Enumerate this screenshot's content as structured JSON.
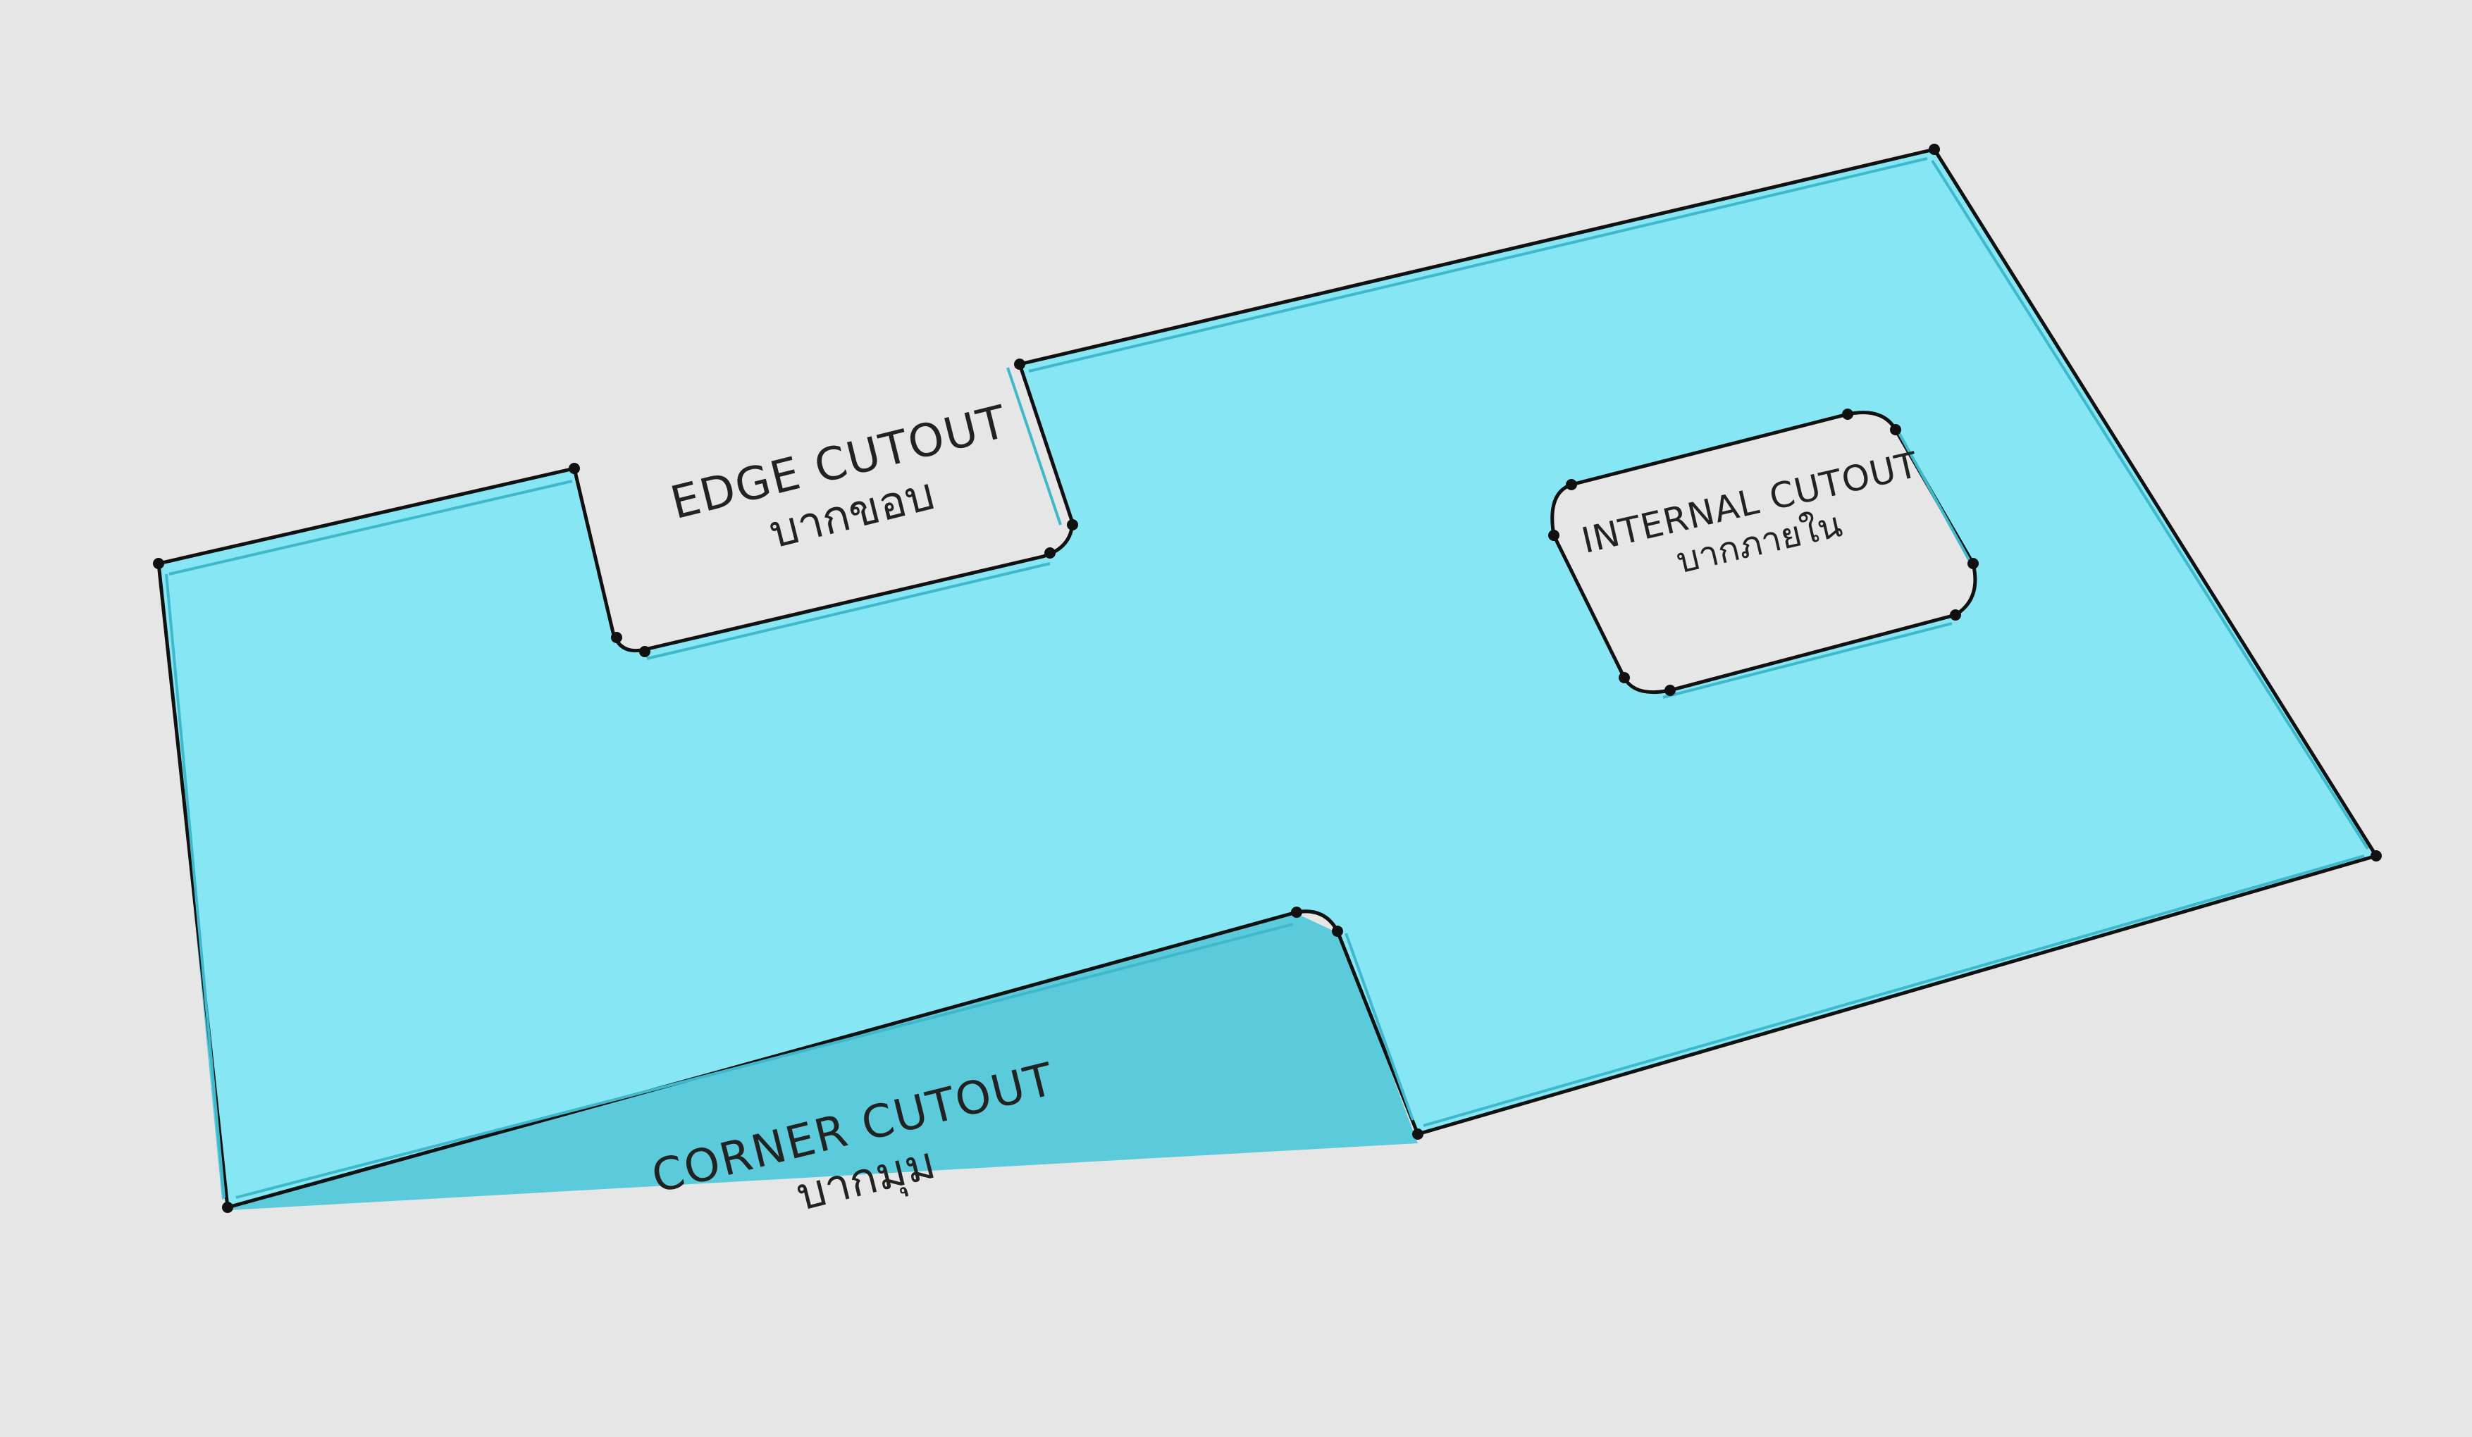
{
  "labels": {
    "edge": {
      "en": "EDGE  CUTOUT",
      "th": "บากขอบ"
    },
    "internal": {
      "en": "INTERNAL CUTOUT",
      "th": "บากภายใน"
    },
    "corner": {
      "en": "CORNER  CUTOUT",
      "th": "บากมุม"
    }
  },
  "colors": {
    "background": "#e6e6e6",
    "plate_fill": "#86e6f3",
    "plate_edge": "#58c8da",
    "outline": "#111111",
    "label_text": "#222222"
  }
}
